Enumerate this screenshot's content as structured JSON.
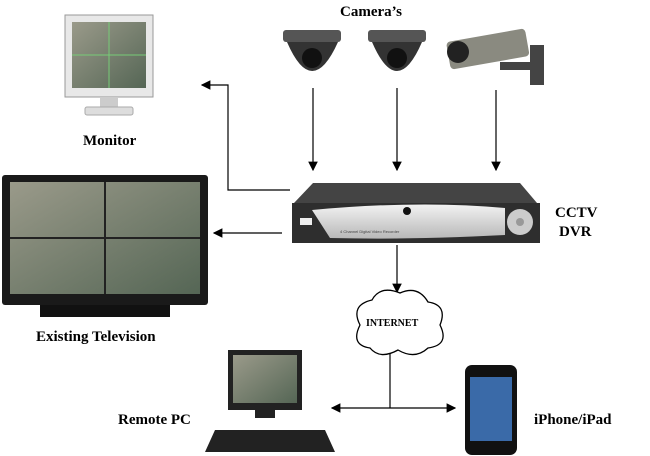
{
  "labels": {
    "cameras": "Camera’s",
    "monitor": "Monitor",
    "dvr_line1": "CCTV",
    "dvr_line2": "DVR",
    "television": "Existing Television",
    "internet": "INTERNET",
    "remote_pc": "Remote PC",
    "iphone": "iPhone/iPad",
    "dvr_model": "4 Channel Digital Video Recorder"
  },
  "colors": {
    "line": "#000000",
    "device_dark": "#2a2a2a",
    "dvr_silver": "#d8d8d8"
  }
}
